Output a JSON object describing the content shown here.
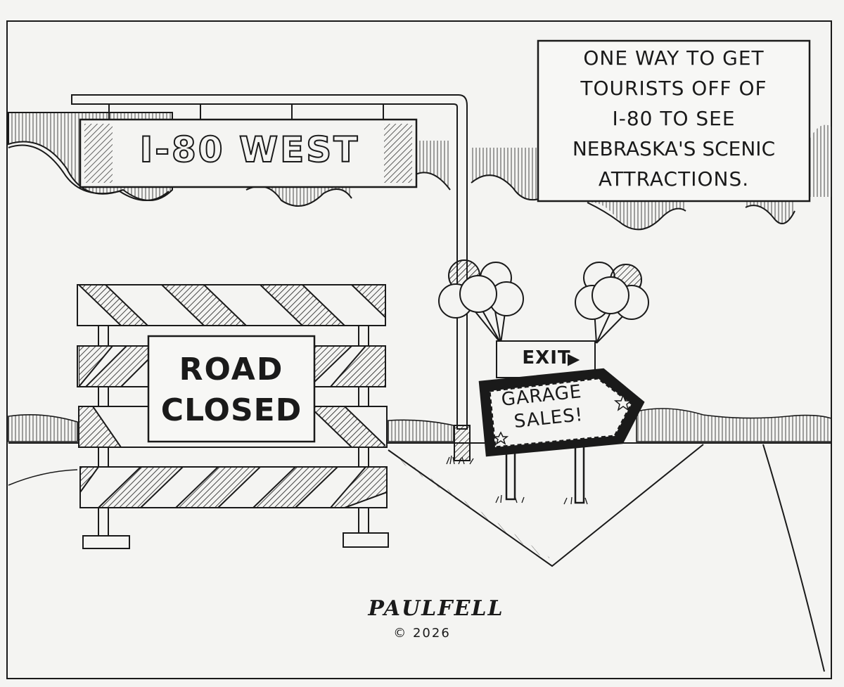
{
  "caption": {
    "lines": [
      "ONE WAY TO GET",
      "TOURISTS OFF OF",
      "I-80 TO SEE",
      "NEBRASKA'S SCENIC",
      "ATTRACTIONS."
    ]
  },
  "highway_sign": {
    "text": "I-80 WEST"
  },
  "barricade_sign": {
    "lines": [
      "ROAD",
      "CLOSED"
    ]
  },
  "exit_sign": {
    "text": "EXIT"
  },
  "garage_sign": {
    "lines": [
      "GARAGE",
      "SALES!"
    ]
  },
  "signature": {
    "name": "PAULFELL",
    "copyright": "© 2026"
  },
  "colors": {
    "ink": "#1a1a1a",
    "paper": "#f4f4f2"
  },
  "icons": [
    "balloon-cluster-icon",
    "star-icon",
    "exit-arrow-icon"
  ]
}
